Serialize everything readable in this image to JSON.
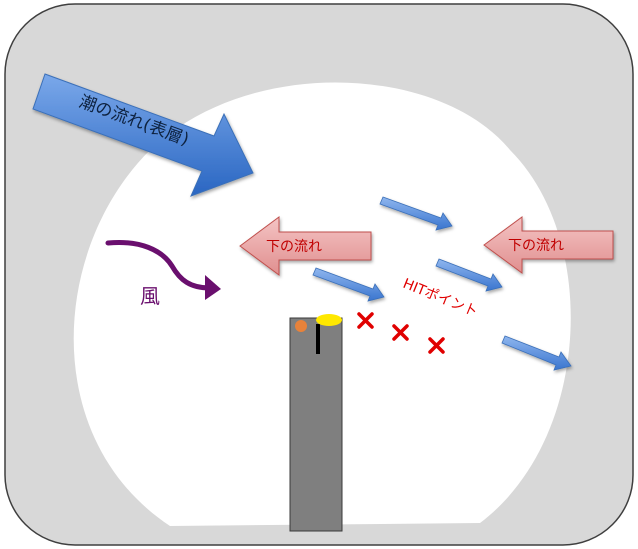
{
  "labels": {
    "surface_current": "潮の流れ(表層)",
    "lower_current_left": "下の流れ",
    "lower_current_right": "下の流れ",
    "wind": "風",
    "hit_point": "HITポイント"
  },
  "colors": {
    "frame_fill": "#d8d8d8",
    "frame_stroke": "#3f3f3f",
    "arena_fill": "#ffffff",
    "surface_arrow_top": "#6ea0e6",
    "surface_arrow_bottom": "#2f6fc8",
    "surface_arrow_stroke": "#3a6fb8",
    "lower_arrow_fill": "#ecadad",
    "lower_arrow_stroke": "#c0504d",
    "lower_arrow_text": "#c00000",
    "wind_arrow": "#6a0f6e",
    "hit_marker": "#e00000",
    "hit_text": "#e00000",
    "pier": "#7f7f7f",
    "angler_head": "#e8823a",
    "angler_hat": "#ffe800",
    "angler_body": "#000000"
  },
  "icons": {
    "surface_arrow": "surface-current-arrow-icon",
    "small_arrows": "small-current-arrow-icon",
    "wind": "wind-arrow-icon",
    "hit_marker": "x-mark-icon",
    "angler": "angler-icon"
  }
}
